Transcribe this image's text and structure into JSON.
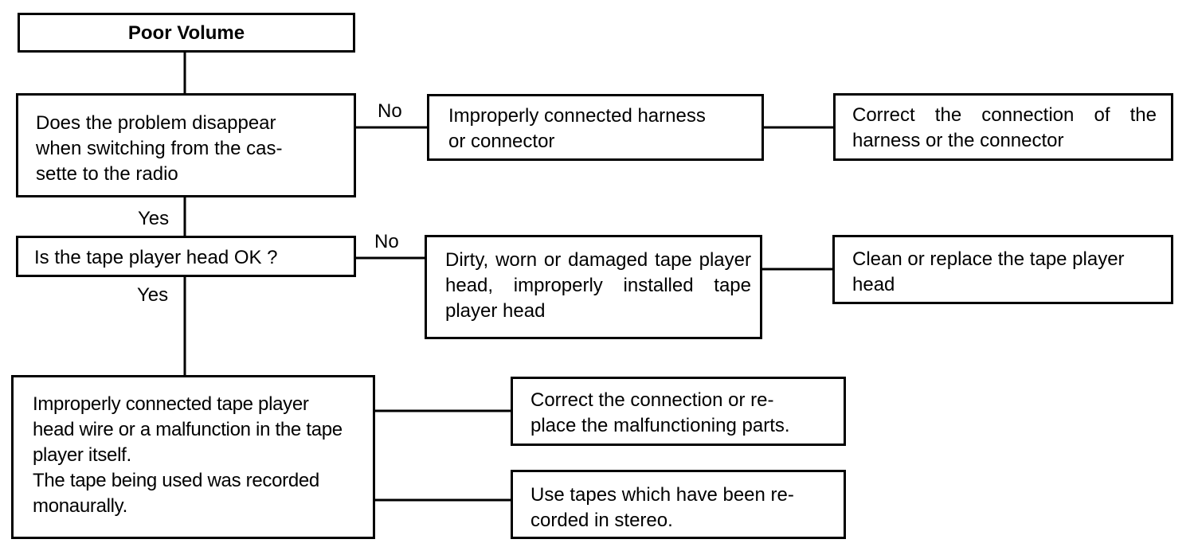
{
  "flowchart": {
    "title": "Poor Volume",
    "q1": {
      "text": "Does the problem disappear\nwhen switching from the cas-\nsette to the radio",
      "no_label": "No",
      "yes_label": "Yes",
      "cause": "Improperly connected harness\nor connector",
      "remedy": "Correct the connection of the harness or the connector"
    },
    "q2": {
      "text": "Is the tape player head OK ?",
      "no_label": "No",
      "yes_label": "Yes",
      "cause": "Dirty, worn or damaged tape player head, improperly installed tape player head",
      "remedy": "Clean or replace the tape player head"
    },
    "final": {
      "cause": "Improperly connected tape player head wire or a malfunction in the tape player itself.\nThe tape being used was recorded monaurally.",
      "remedy_1": "Correct the connection or re-\nplace the malfunctioning parts.",
      "remedy_2": "Use tapes which have been re-\ncorded in stereo."
    }
  }
}
